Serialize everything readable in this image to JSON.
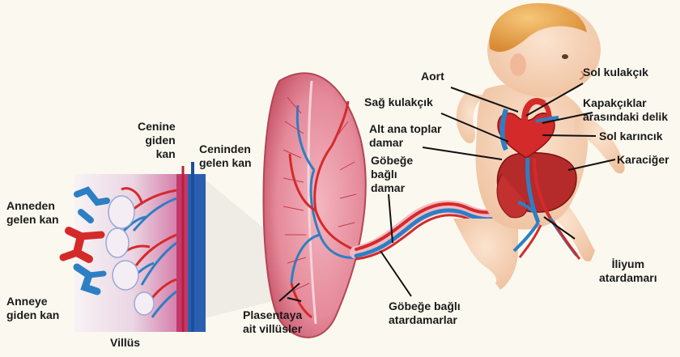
{
  "labels": {
    "cenine_giden_kan": [
      "Cenine",
      "giden",
      "kan"
    ],
    "ceninden_gelen_kan": [
      "Ceninden",
      "gelen kan"
    ],
    "anneden_gelen_kan": [
      "Anneden",
      "gelen kan"
    ],
    "anneye_giden_kan": [
      "Anneye",
      "giden kan"
    ],
    "villus": "Villüs",
    "plasentaya_ait_villusler": [
      "Plasentaya",
      "ait villüsler"
    ],
    "gobege_bagli_atardamarlar": [
      "Göbeğe bağlı",
      "atardamarlar"
    ],
    "gobege_bagli_damar": [
      "Göbeğe",
      "bağlı",
      "damar"
    ],
    "alt_ana_toplar_damar": [
      "Alt ana toplar",
      "damar"
    ],
    "sag_kulakcik": "Sağ kulakçık",
    "aort": "Aort",
    "sol_kulakcik": "Sol kulakçık",
    "kapakciklar_arasindaki_delik": [
      "Kapakçıklar",
      "arasındaki delik"
    ],
    "sol_karincik": "Sol karıncık",
    "karaciger": "Karaciğer",
    "iliyum_atardamari": [
      "İliyum",
      "atardamarı"
    ]
  },
  "colors": {
    "artery_red": "#d42a2a",
    "vein_blue": "#2d7fc4",
    "placenta_pink": "#e58a9a",
    "skin": "#f6d2b6",
    "hair": "#e8a24e"
  }
}
